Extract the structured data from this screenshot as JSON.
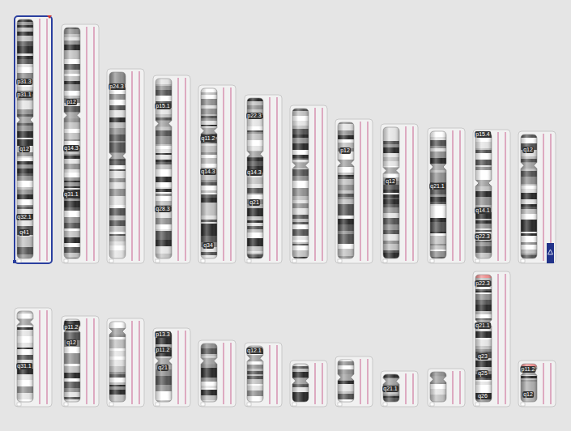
{
  "diagram": {
    "labels": [
      "p31.3",
      "p31.1",
      "q12",
      "q32.1",
      "q41",
      "p12",
      "q14.3",
      "q31.1",
      "p24.3",
      "p15.1",
      "q28.3",
      "q11.2",
      "q14.3",
      "q34",
      "p22.3",
      "q14.3",
      "q21",
      "p12",
      "q12",
      "q21.1",
      "p15.4",
      "q14.1",
      "q22.3",
      "q12",
      "q31.1",
      "p11.2",
      "q12",
      "p13.3",
      "p11.2",
      "q21",
      "q12.1",
      "q21.1",
      "p22.3",
      "q21.1",
      "q23",
      "q25",
      "q26",
      "p11.2",
      "q12"
    ]
  }
}
